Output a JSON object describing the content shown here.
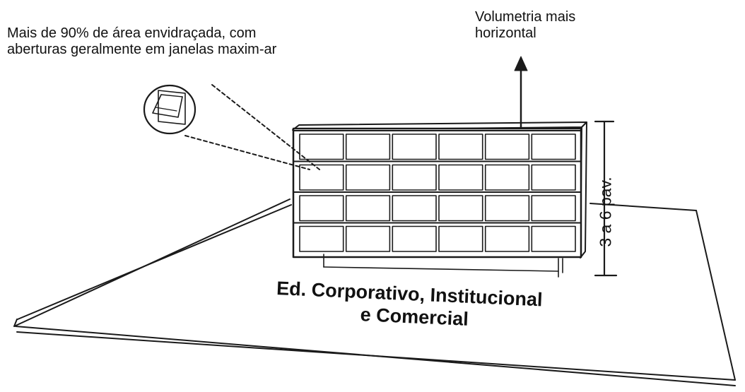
{
  "annotations": {
    "glazing_line1": "Mais de 90% de área envidraçada, com",
    "glazing_line2": "aberturas geralmente em janelas maxim-ar",
    "volume_line1": "Volumetria mais",
    "volume_line2": "horizontal",
    "floors": "3 a 6 pav."
  },
  "caption": {
    "line1": "Ed. Corporativo, Institucional",
    "line2": "e Comercial"
  },
  "building": {
    "floors_drawn": 4,
    "bays_per_floor": 6
  },
  "icons": [
    "maxim-ar-window-icon",
    "up-arrow-icon"
  ]
}
